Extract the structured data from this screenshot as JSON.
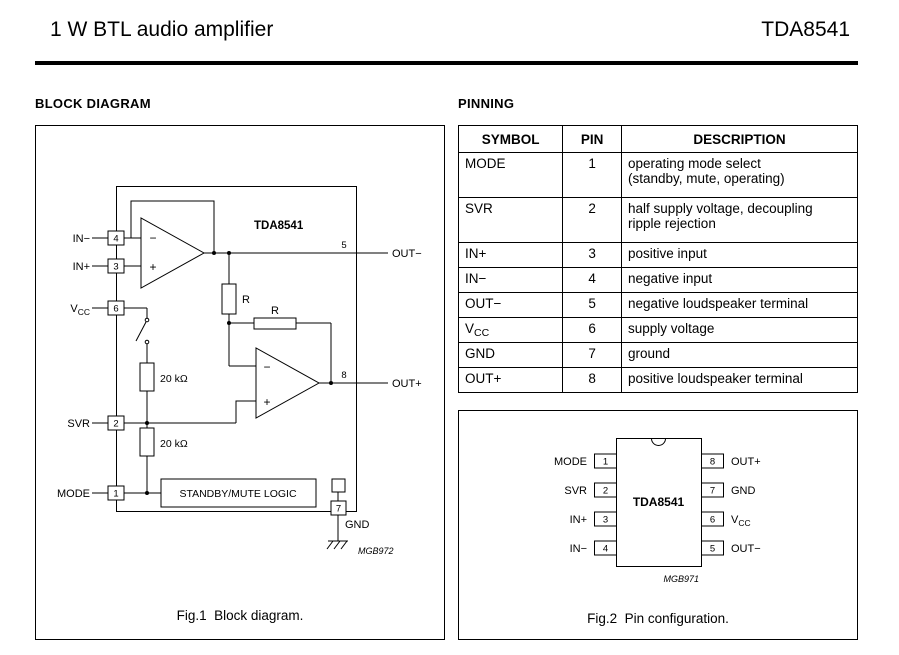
{
  "header": {
    "title": "1 W BTL audio amplifier",
    "part_number": "TDA8541"
  },
  "sections": {
    "block_diagram_heading": "BLOCK DIAGRAM",
    "pinning_heading": "PINNING"
  },
  "block_diagram": {
    "chip_label": "TDA8541",
    "pins": {
      "in_minus": {
        "label": "IN−",
        "number": "4"
      },
      "in_plus": {
        "label": "IN+",
        "number": "3"
      },
      "vcc": {
        "label_main": "V",
        "label_sub": "CC",
        "number": "6"
      },
      "svr": {
        "label": "SVR",
        "number": "2"
      },
      "mode": {
        "label": "MODE",
        "number": "1"
      },
      "out_minus": {
        "label": "OUT−",
        "number": "5"
      },
      "out_plus": {
        "label": "OUT+",
        "number": "8"
      },
      "gnd": {
        "label": "GND",
        "number": "7"
      }
    },
    "components": {
      "feedback_resistor_1": "R",
      "feedback_resistor_2": "R",
      "divider_resistor_1": "20 kΩ",
      "divider_resistor_2": "20 kΩ",
      "logic_block": "STANDBY/MUTE LOGIC",
      "opamp_minus": "−",
      "opamp_plus": "+"
    },
    "ref_code": "MGB972",
    "caption": "Fig.1  Block diagram."
  },
  "pinning": {
    "columns": [
      "SYMBOL",
      "PIN",
      "DESCRIPTION"
    ],
    "rows": [
      {
        "symbol": "MODE",
        "pin": "1",
        "description_line1": "operating mode select",
        "description_line2": "(standby, mute, operating)"
      },
      {
        "symbol": "SVR",
        "pin": "2",
        "description_line1": "half supply voltage, decoupling",
        "description_line2": "ripple rejection"
      },
      {
        "symbol": "IN+",
        "pin": "3",
        "description": "positive input"
      },
      {
        "symbol": "IN−",
        "pin": "4",
        "description": "negative input"
      },
      {
        "symbol": "OUT−",
        "pin": "5",
        "description": "negative loudspeaker terminal"
      },
      {
        "symbol": "V",
        "symbol_sub": "CC",
        "pin": "6",
        "description": "supply voltage"
      },
      {
        "symbol": "GND",
        "pin": "7",
        "description": "ground"
      },
      {
        "symbol": "OUT+",
        "pin": "8",
        "description": "positive loudspeaker terminal"
      }
    ]
  },
  "pin_config": {
    "chip_label": "TDA8541",
    "left_pins": [
      {
        "pin": "1",
        "label": "MODE"
      },
      {
        "pin": "2",
        "label": "SVR"
      },
      {
        "pin": "3",
        "label": "IN+"
      },
      {
        "pin": "4",
        "label": "IN−"
      }
    ],
    "right_pins": [
      {
        "pin": "8",
        "label": "OUT+"
      },
      {
        "pin": "7",
        "label": "GND"
      },
      {
        "pin": "6",
        "label_main": "V",
        "label_sub": "CC"
      },
      {
        "pin": "5",
        "label": "OUT−"
      }
    ],
    "ref_code": "MGB971",
    "caption": "Fig.2  Pin configuration."
  }
}
